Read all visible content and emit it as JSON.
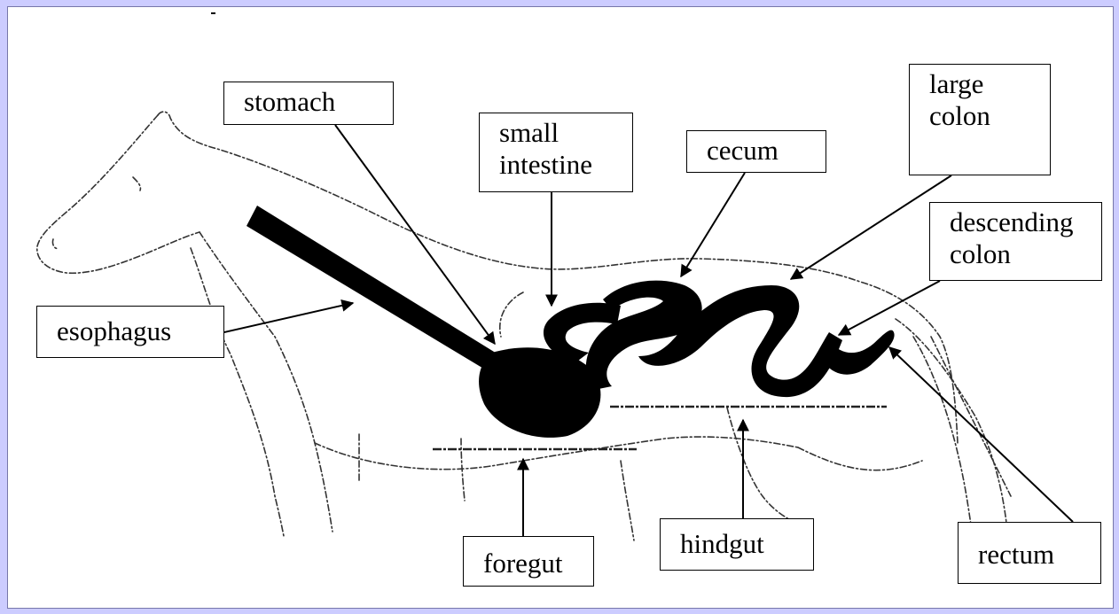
{
  "colors": {
    "page_bg": "#ccccff",
    "canvas_bg": "#ffffff",
    "ink": "#000000",
    "sketch": "#333333"
  },
  "labels": {
    "stomach": "stomach",
    "small_intestine": "small\nintestine",
    "cecum": "cecum",
    "large_colon": "large\ncolon",
    "descending_colon": "descending\ncolon",
    "esophagus": "esophagus",
    "foregut": "foregut",
    "hindgut": "hindgut",
    "rectum": "rectum"
  }
}
